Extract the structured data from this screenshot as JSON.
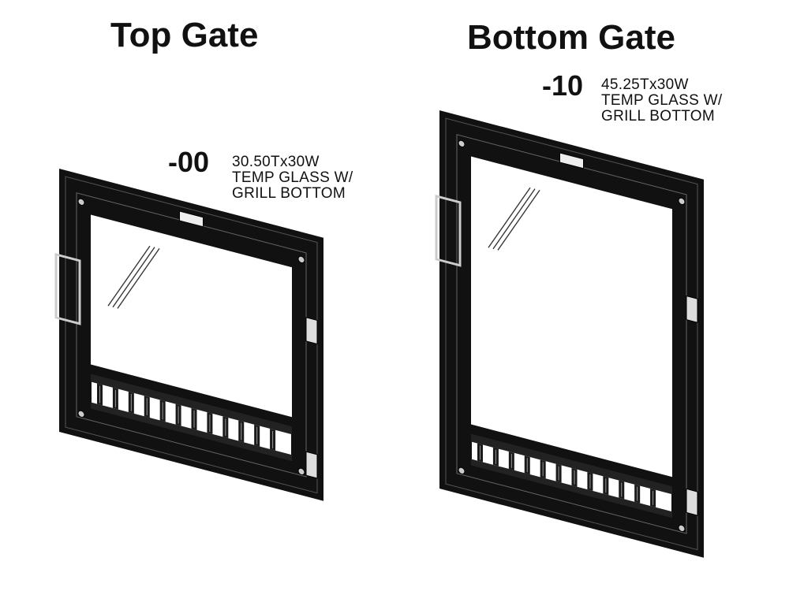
{
  "top_gate": {
    "title": "Top Gate",
    "code": "-00",
    "desc": [
      "30.50Tx30W",
      "TEMP GLASS W/",
      "GRILL BOTTOM"
    ]
  },
  "bottom_gate": {
    "title": "Bottom Gate",
    "code": "-10",
    "desc": [
      "45.25Tx30W",
      "TEMP GLASS W/",
      "GRILL BOTTOM"
    ]
  },
  "colors": {
    "frame": "#111111",
    "glass": "#ffffff",
    "line": "#888888"
  }
}
